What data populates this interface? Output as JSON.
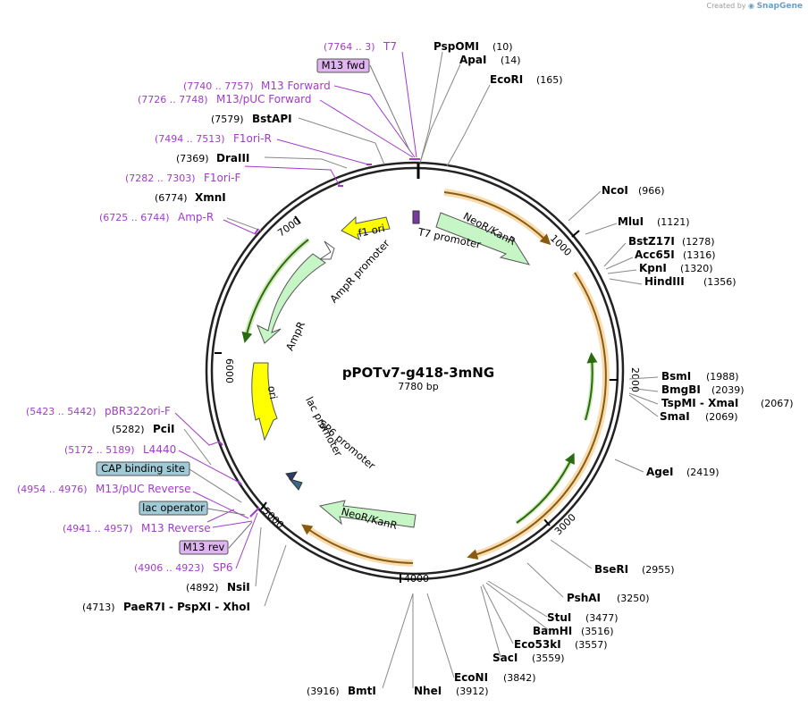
{
  "credit": {
    "prefix": "Created by",
    "brand": "SnapGene"
  },
  "plasmid": {
    "name": "pPOTv7-g418-3mNG",
    "length_label": "7780 bp"
  },
  "ticks": [
    "1000",
    "2000",
    "3000",
    "4000",
    "5000",
    "6000",
    "7000"
  ],
  "enzymes": [
    {
      "name": "PspOMI",
      "pos": "(10)"
    },
    {
      "name": "ApaI",
      "pos": "(14)"
    },
    {
      "name": "EcoRI",
      "pos": "(165)"
    },
    {
      "name": "NcoI",
      "pos": "(966)"
    },
    {
      "name": "MluI",
      "pos": "(1121)"
    },
    {
      "name": "BstZ17I",
      "pos": "(1278)"
    },
    {
      "name": "Acc65I",
      "pos": "(1316)"
    },
    {
      "name": "KpnI",
      "pos": "(1320)"
    },
    {
      "name": "HindIII",
      "pos": "(1356)"
    },
    {
      "name": "BsmI",
      "pos": "(1988)"
    },
    {
      "name": "BmgBI",
      "pos": "(2039)"
    },
    {
      "name": "TspMI - XmaI",
      "pos": "(2067)"
    },
    {
      "name": "SmaI",
      "pos": "(2069)"
    },
    {
      "name": "AgeI",
      "pos": "(2419)"
    },
    {
      "name": "BseRI",
      "pos": "(2955)"
    },
    {
      "name": "PshAI",
      "pos": "(3250)"
    },
    {
      "name": "StuI",
      "pos": "(3477)"
    },
    {
      "name": "BamHI",
      "pos": "(3516)"
    },
    {
      "name": "Eco53kI",
      "pos": "(3557)"
    },
    {
      "name": "SacI",
      "pos": "(3559)"
    },
    {
      "name": "EcoNI",
      "pos": "(3842)"
    },
    {
      "name": "NheI",
      "pos": "(3912)"
    },
    {
      "name": "BmtI",
      "pos": "(3916)"
    },
    {
      "name": "PaeR7I - PspXI - XhoI",
      "pos": "(4713)"
    },
    {
      "name": "NsiI",
      "pos": "(4892)"
    },
    {
      "name": "PciI",
      "pos": "(5282)"
    },
    {
      "name": "XmnI",
      "pos": "(6774)"
    },
    {
      "name": "DraIII",
      "pos": "(7369)"
    },
    {
      "name": "BstAPI",
      "pos": "(7579)"
    }
  ],
  "primers": [
    {
      "name": "T7",
      "pos": "(7764 .. 3)"
    },
    {
      "name": "M13 Forward",
      "pos": "(7740 .. 7757)"
    },
    {
      "name": "M13/pUC Forward",
      "pos": "(7726 .. 7748)"
    },
    {
      "name": "F1ori-R",
      "pos": "(7494 .. 7513)"
    },
    {
      "name": "F1ori-F",
      "pos": "(7282 .. 7303)"
    },
    {
      "name": "Amp-R",
      "pos": "(6725 .. 6744)"
    },
    {
      "name": "pBR322ori-F",
      "pos": "(5423 .. 5442)"
    },
    {
      "name": "L4440",
      "pos": "(5172 .. 5189)"
    },
    {
      "name": "M13/pUC Reverse",
      "pos": "(4954 .. 4976)"
    },
    {
      "name": "M13 Reverse",
      "pos": "(4941 .. 4957)"
    },
    {
      "name": "SP6",
      "pos": "(4906 .. 4923)"
    }
  ],
  "boxed_labels": [
    {
      "name": "M13 fwd",
      "color": "#e0b4f0"
    },
    {
      "name": "CAP binding site",
      "color": "#9fcad6"
    },
    {
      "name": "lac operator",
      "color": "#9fcad6"
    },
    {
      "name": "M13 rev",
      "color": "#e0b4f0"
    }
  ],
  "features": [
    {
      "name": "f1 ori",
      "color": "#ffff00"
    },
    {
      "name": "NeoR/KanR",
      "color": "#c6f5c6"
    },
    {
      "name": "T7 promoter",
      "color": "#ffffff"
    },
    {
      "name": "AmpR promoter",
      "color": "#ffffff"
    },
    {
      "name": "AmpR",
      "color": "#c6f5c6"
    },
    {
      "name": "ori",
      "color": "#ffff00"
    },
    {
      "name": "lac promoter",
      "color": "#ffffff"
    },
    {
      "name": "SP6 promoter",
      "color": "#ffffff"
    },
    {
      "name": "NeoR/KanR",
      "color": "#c6f5c6"
    }
  ],
  "colors": {
    "orf": "#e8a23a",
    "orf_glow": "#f8ddb0",
    "primer": "#a23cc8",
    "backbone": "#222222",
    "inner_orf": "#3a7a1a"
  }
}
